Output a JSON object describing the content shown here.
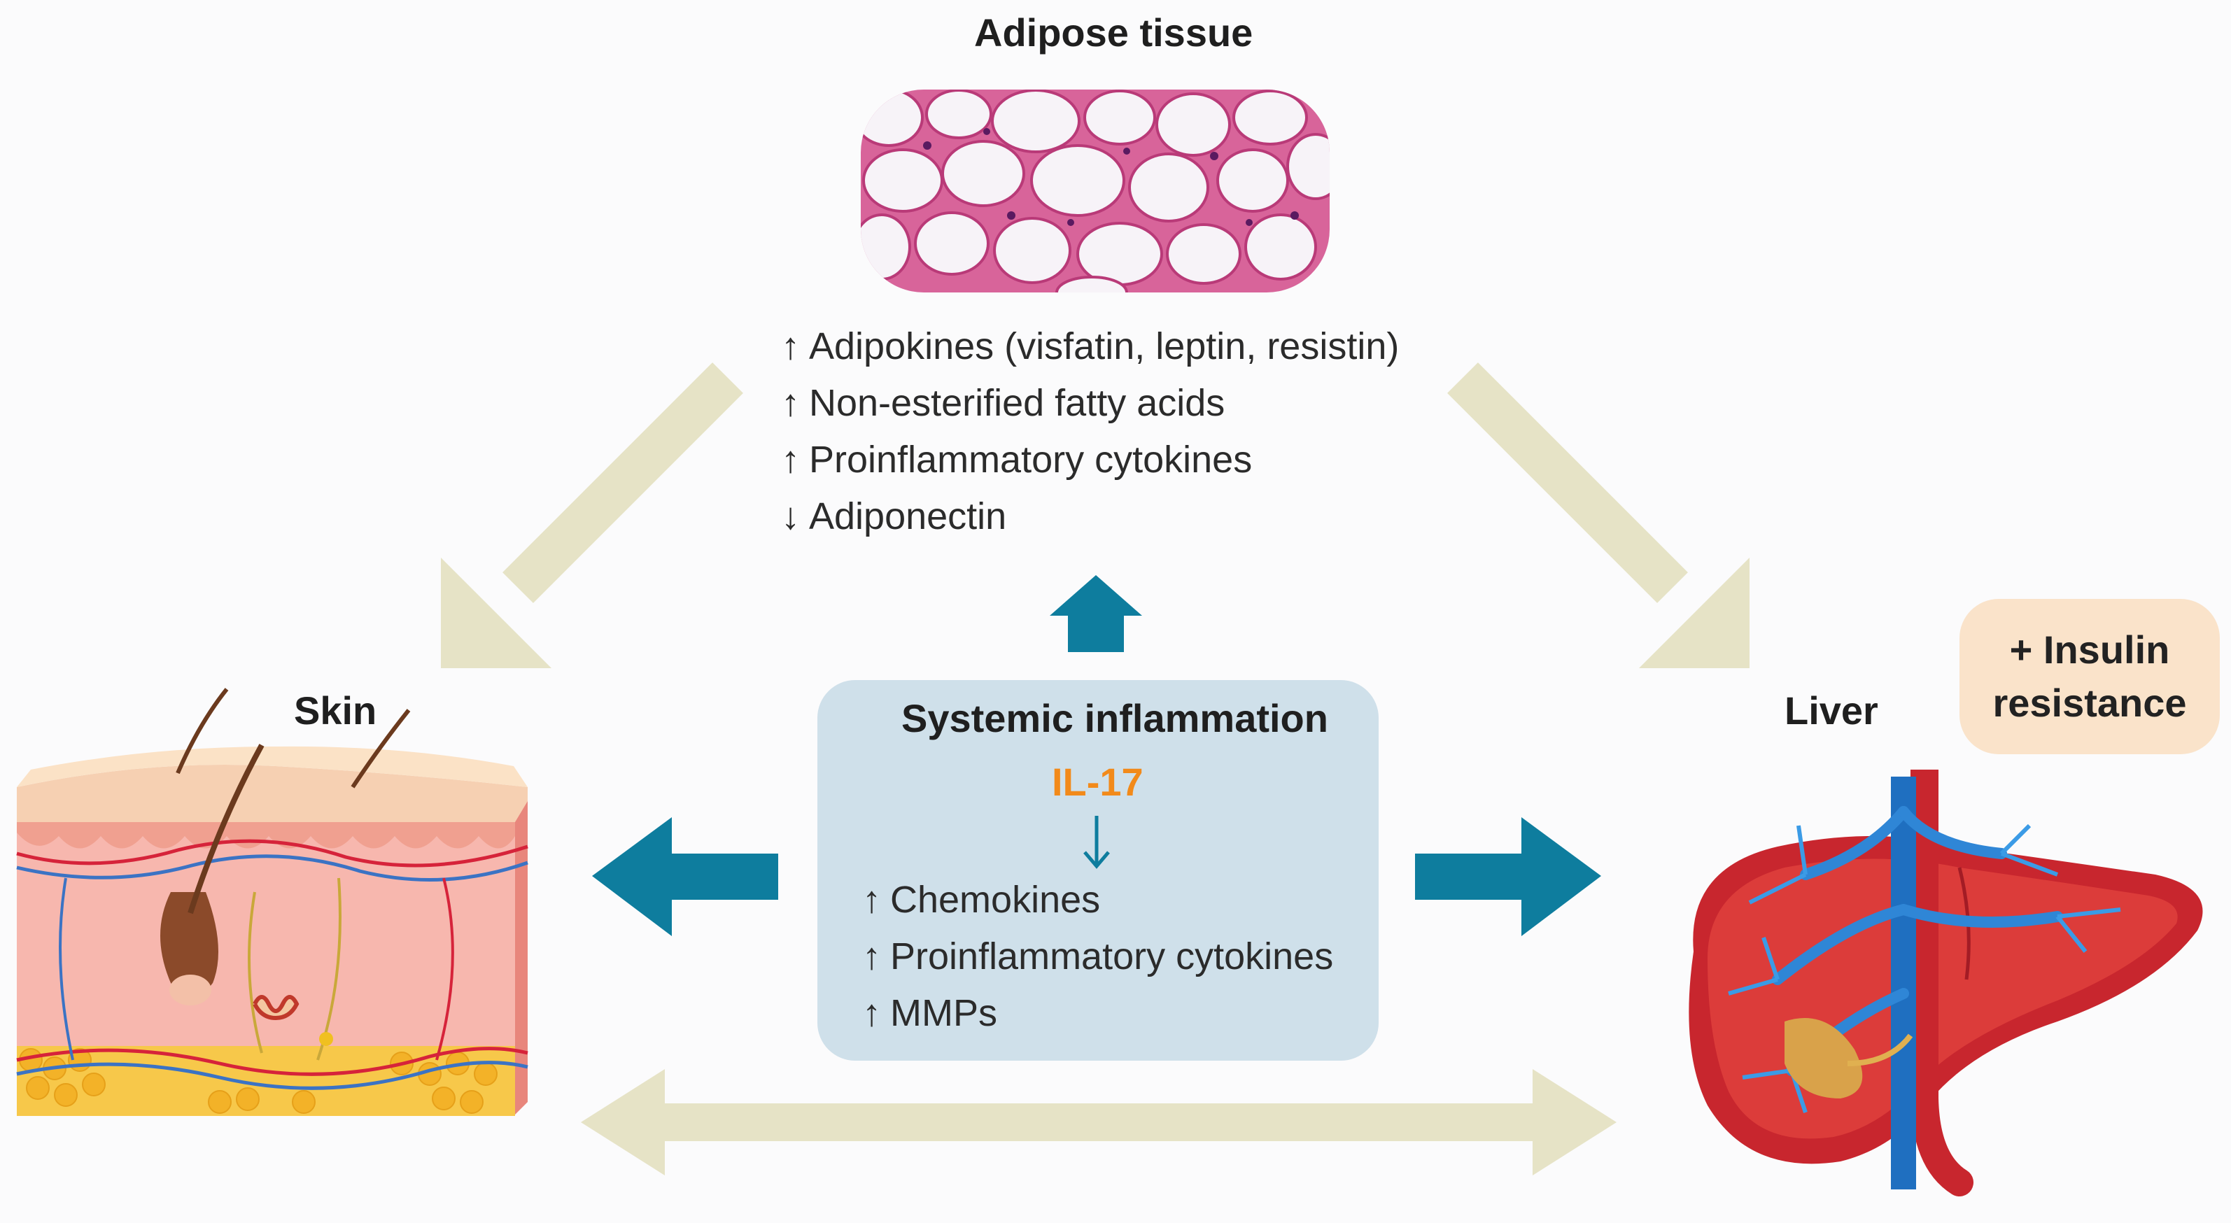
{
  "adipose": {
    "title": "Adipose tissue",
    "effects": [
      {
        "arrow": "↑",
        "text": "Adipokines (visfatin, leptin, resistin)"
      },
      {
        "arrow": "↑",
        "text": "Non-esterified fatty acids"
      },
      {
        "arrow": "↑",
        "text": "Proinflammatory cytokines"
      },
      {
        "arrow": "↓",
        "text": "Adiponectin"
      }
    ]
  },
  "skin": {
    "title": "Skin"
  },
  "liver": {
    "title": "Liver"
  },
  "insulin_box": {
    "line1": "+ Insulin",
    "line2": "resistance"
  },
  "center": {
    "title": "Systemic inflammation",
    "mediator": "IL-17",
    "effects": [
      {
        "arrow": "↑",
        "text": "Chemokines"
      },
      {
        "arrow": "↑",
        "text": "Proinflammatory cytokines"
      },
      {
        "arrow": "↑",
        "text": "MMPs"
      }
    ]
  },
  "colors": {
    "beige_arrow": "#e6e3c6",
    "blue_arrow": "#0e7d9e",
    "center_box": "#cfe0ea",
    "insulin_box": "#fae3ca",
    "mediator": "#f28a1a"
  },
  "icons": [
    "adipose-histology-image",
    "skin-cross-section-illustration",
    "liver-illustration"
  ]
}
